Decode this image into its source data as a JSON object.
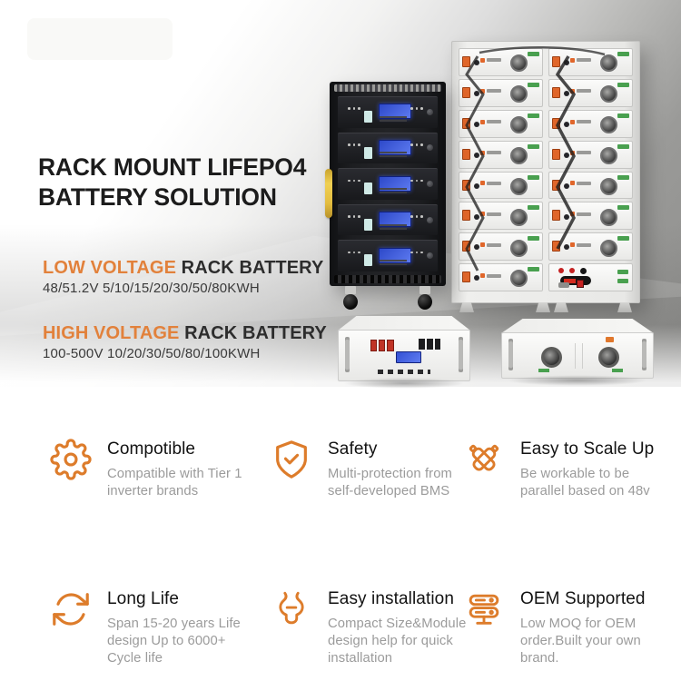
{
  "hero": {
    "title": "RACK MOUNT LIFEPO4\nBATTERY SOLUTION",
    "low": {
      "label": "LOW VOLTAGE",
      "rest": " RACK BATTERY",
      "spec": "48/51.2V 5/10/15/20/30/50/80KWH"
    },
    "high": {
      "label": "HIGH VOLTAGE",
      "rest": " RACK BATTERY",
      "spec": "100-500V 10/20/30/50/80/100KWH"
    },
    "accent_color": "#E2813B"
  },
  "features": [
    {
      "icon": "gear-icon",
      "title": "Compotible",
      "desc": "Compatible with Tier 1\ninverter brands"
    },
    {
      "icon": "shield-check-icon",
      "title": "Safety",
      "desc": "Multi-protection from\nself-developed BMS"
    },
    {
      "icon": "crossed-batteries-icon",
      "title": "Easy to Scale Up",
      "desc": "Be workable to be\nparallel based on 48v"
    },
    {
      "icon": "cycle-arrows-icon",
      "title": "Long Life",
      "desc": "Span 15-20 years Life\ndesign Up to 6000+\nCycle life"
    },
    {
      "icon": "wrench-icon",
      "title": "Easy installation",
      "desc": "Compact Size&Module\ndesign help for quick\ninstallation"
    },
    {
      "icon": "server-rack-icon",
      "title": "OEM Supported",
      "desc": "Low MOQ for OEM\norder.Built your own\nbrand."
    }
  ],
  "icon_color": "#DD7C2B"
}
